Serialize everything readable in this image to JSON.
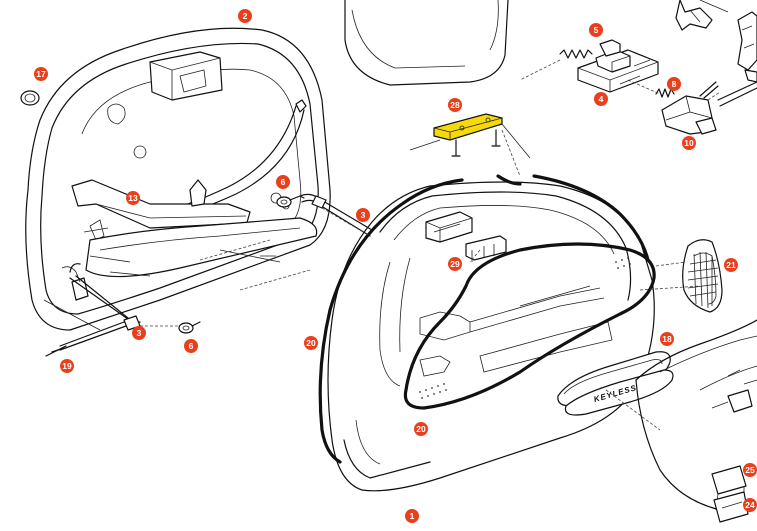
{
  "colors": {
    "callout": "#e8401c",
    "highlight": "#f5d90a",
    "line": "#111111"
  },
  "callouts": {
    "c1": "1",
    "c2": "2",
    "c3a": "3",
    "c3b": "3",
    "c4": "4",
    "c5": "5",
    "c6a": "6",
    "c6b": "6",
    "c8": "8",
    "c10": "10",
    "c13": "13",
    "c17": "17",
    "c18": "18",
    "c19": "19",
    "c20a": "20",
    "c20b": "20",
    "c21": "21",
    "c24": "24",
    "c25": "25",
    "c28": "28",
    "c29": "29"
  },
  "highlighted_part": "28",
  "emblem_text": "KEYLESS"
}
